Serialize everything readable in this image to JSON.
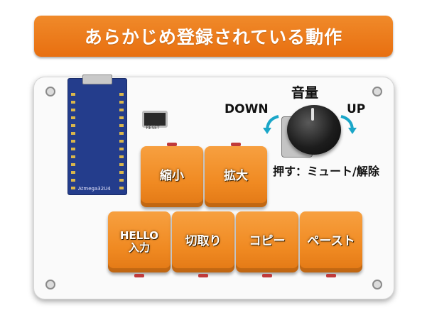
{
  "banner": {
    "title": "あらかじめ登録されている動作"
  },
  "board": {
    "mcu_label": "Atmega32U4",
    "reset_label": "RESET"
  },
  "volume": {
    "title": "音量",
    "down_label": "DOWN",
    "up_label": "UP",
    "press_label": "押す：ミュート/解除"
  },
  "keys": {
    "zoom_out": "縮小",
    "zoom_in": "拡大",
    "hello_line1": "HELLO",
    "hello_line2": "入力",
    "cut": "切取り",
    "copy": "コピー",
    "paste": "ペースト"
  },
  "colors": {
    "accent_orange": "#f08a22",
    "banner_orange": "#e86f10",
    "arrow_teal": "#1aa6c8",
    "pcb_blue": "#243d8c"
  }
}
